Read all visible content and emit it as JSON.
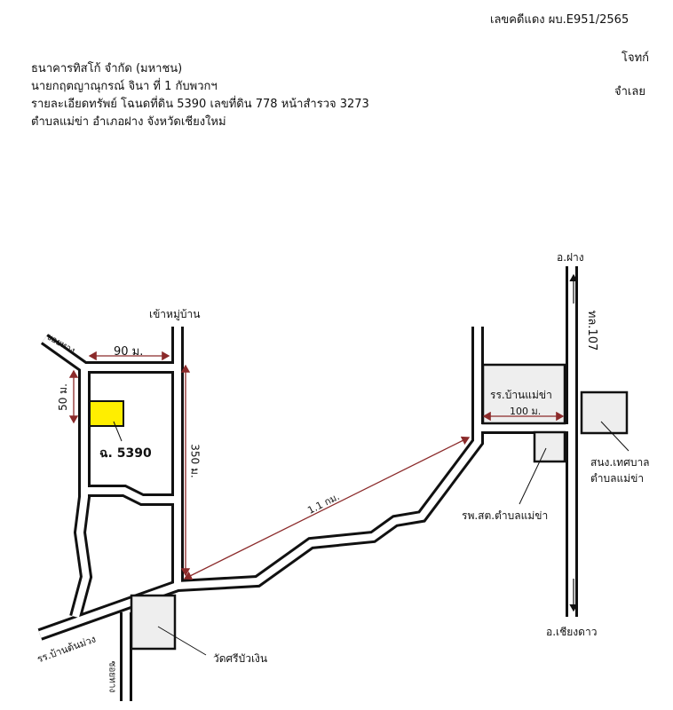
{
  "header": {
    "case_number": "เลขคดีแดง ผบ.E951/2565",
    "plaintiff_role": "โจทก์",
    "defendant_role": "จำเลย",
    "plaintiff": "ธนาคารทิสโก้ จำกัด (มหาชน)",
    "defendant": "นายกฤตญาณุกรณ์  จินา  ที่ 1 กับพวกฯ",
    "property": "รายละเอียดทรัพย์ โฉนดที่ดิน 5390 เลขที่ดิน 778 หน้าสำรวจ 3273",
    "location": "ตำบลแม่ข่า  อำเภอฝาง  จังหวัดเชียงใหม่"
  },
  "map": {
    "village_entry": "เข้าหมู่บ้าน",
    "alley_left": "ซอยทาง",
    "dist_90": "90 ม.",
    "dist_50": "50 ม.",
    "dist_350": "350 ม.",
    "dist_1_1km": "1.1 กม.",
    "dist_100": "100 ม.",
    "parcel": "ฉ. 5390",
    "school_left": "รร.บ้านต้นม่วง",
    "alley_bottom": "ซอยทาง",
    "temple": "วัดศรีบัวเงิน",
    "school_right": "รร.บ้านแม่ข่า",
    "hospital": "รพ.สต.ตำบลแม่ข่า",
    "municipal": "สนง.เทศบาล",
    "municipal_2": "ตำบลแม่ข่า",
    "to_fang": "อ.ฝาง",
    "to_chiangdao": "อ.เชียงดาว",
    "highway": "ทล.107",
    "parcel_color": "#ffee00",
    "arrow_color": "#8b2a2a",
    "building_fill": "#eeeeee"
  }
}
